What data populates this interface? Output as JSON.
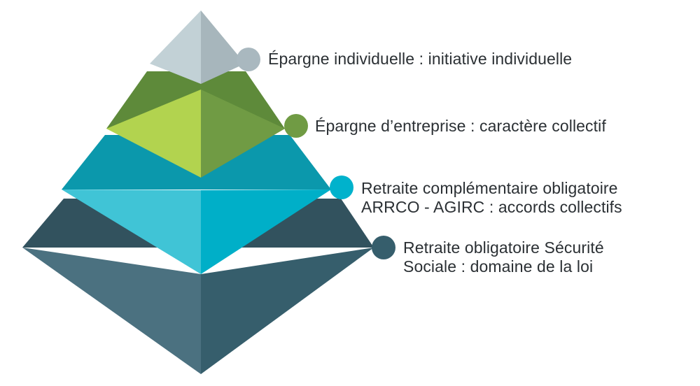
{
  "levels": [
    {
      "line1": "Épargne individuelle : initiative individuelle",
      "line2": "",
      "color_light": "#c2d1d6",
      "color_dark": "#a7b6bc",
      "dot_color": "#a9b8bf"
    },
    {
      "line1": "Épargne d’entreprise : caractère collectif",
      "line2": "",
      "color_light": "#b2d34f",
      "color_dark": "#709b44",
      "dot_color": "#709b44"
    },
    {
      "line1": "Retraite complémentaire obligatoire",
      "line2": "ARRCO - AGIRC : accords collectifs",
      "color_light": "#40c4d6",
      "color_dark": "#00afc8",
      "dot_color": "#00b2cc"
    },
    {
      "line1": "Retraite obligatoire Sécurité",
      "line2": "Sociale : domaine de la loi",
      "color_light": "#4b7180",
      "color_dark": "#365e6c",
      "dot_color": "#365e6c"
    }
  ]
}
